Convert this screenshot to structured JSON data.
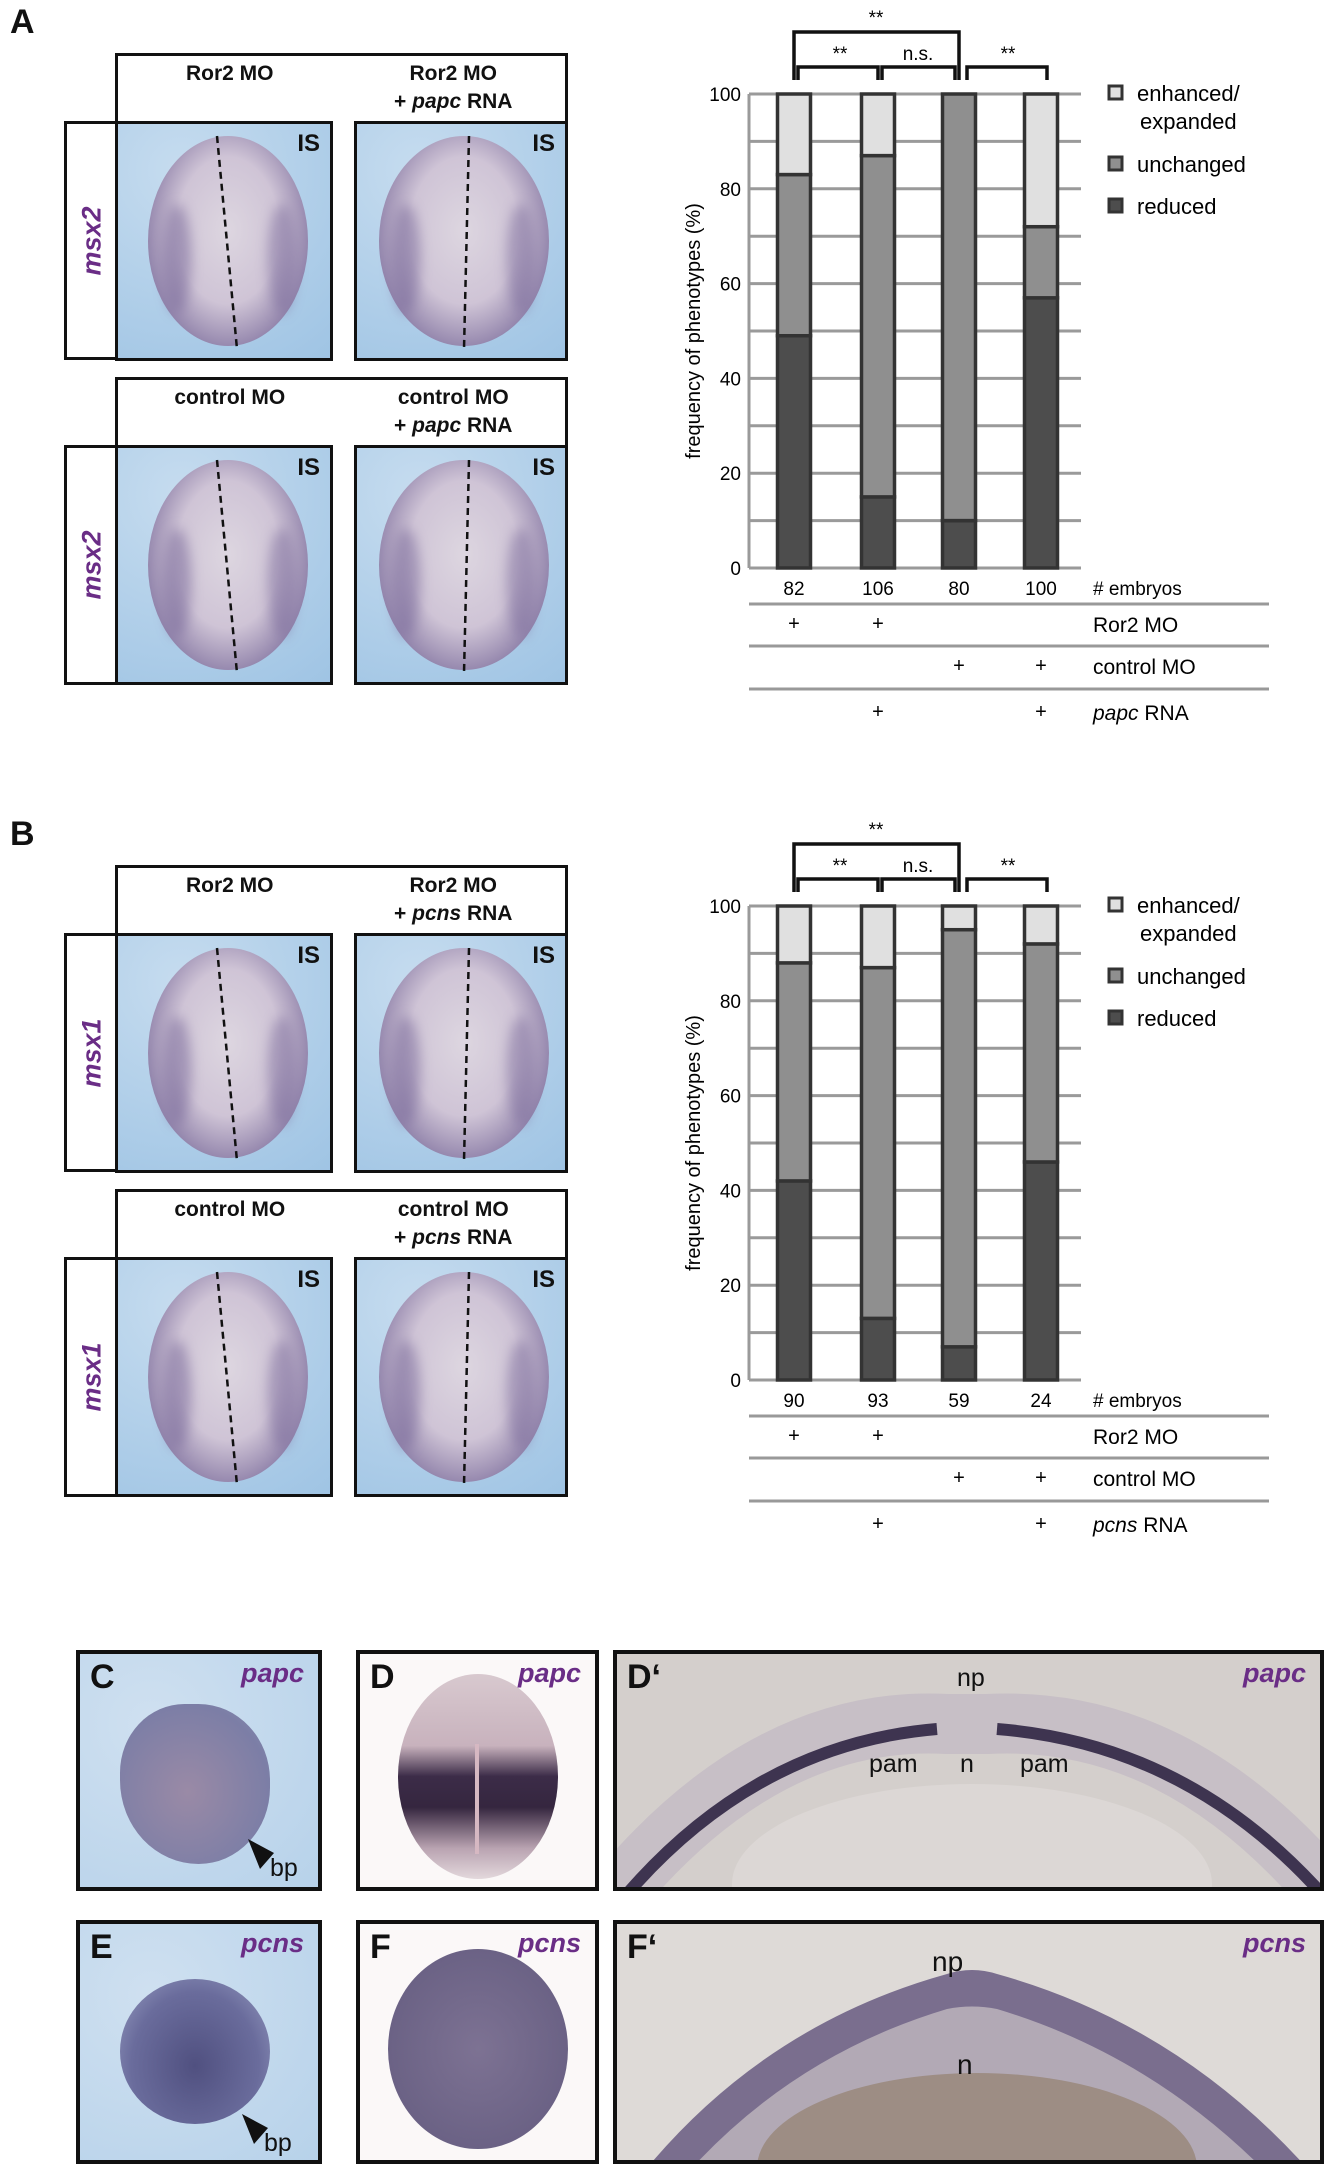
{
  "panels": [
    {
      "label": "A",
      "gene": "msx2",
      "is_label": "IS",
      "row1": {
        "left": "Ror2 MO",
        "right_line1": "Ror2 MO",
        "right_prefix": "+ ",
        "right_gene": "papc",
        "right_suffix": " RNA"
      },
      "row2": {
        "left": "control MO",
        "right_line1": "control MO",
        "right_prefix": "+ ",
        "right_gene": "papc",
        "right_suffix": " RNA"
      }
    },
    {
      "label": "B",
      "gene": "msx1",
      "is_label": "IS",
      "row1": {
        "left": "Ror2 MO",
        "right_line1": "Ror2 MO",
        "right_prefix": "+ ",
        "right_gene": "pcns",
        "right_suffix": " RNA"
      },
      "row2": {
        "left": "control MO",
        "right_line1": "control MO",
        "right_prefix": "+ ",
        "right_gene": "pcns",
        "right_suffix": " RNA"
      }
    }
  ],
  "chart_data": [
    {
      "type": "bar",
      "stacked": true,
      "panel": "A",
      "ylabel": "frequency of phenotypes (%)",
      "ylim": [
        0,
        100
      ],
      "yticks": [
        "0",
        "20",
        "40",
        "60",
        "80",
        "100"
      ],
      "grid": true,
      "categories": [
        "82",
        "106",
        "80",
        "100"
      ],
      "count_label": "# embryos",
      "series": [
        {
          "name": "reduced",
          "color": "#4d4d4d",
          "values": [
            49,
            15,
            10,
            57
          ]
        },
        {
          "name": "unchanged",
          "color": "#8f8f8f",
          "values": [
            34,
            72,
            90,
            15
          ]
        },
        {
          "name": "enhanced/ expanded",
          "color": "#e0e0e0",
          "values": [
            17,
            13,
            0,
            28
          ]
        }
      ],
      "legend": {
        "placement": "right",
        "items": [
          [
            "enhanced/",
            "expanded"
          ],
          [
            "unchanged"
          ],
          [
            "reduced"
          ]
        ]
      },
      "significance": {
        "top": "**",
        "pair12": "**",
        "pair23": "n.s.",
        "pair34": "**"
      },
      "conditions": [
        {
          "label": "Ror2 MO",
          "gene": "",
          "marks": [
            "+",
            "+",
            "",
            ""
          ]
        },
        {
          "label": "control MO",
          "gene": "",
          "marks": [
            "",
            "",
            "+",
            "+"
          ]
        },
        {
          "label": " RNA",
          "gene": "papc",
          "marks": [
            "",
            "+",
            "",
            "+"
          ]
        }
      ]
    },
    {
      "type": "bar",
      "stacked": true,
      "panel": "B",
      "ylabel": "frequency of phenotypes (%)",
      "ylim": [
        0,
        100
      ],
      "yticks": [
        "0",
        "20",
        "40",
        "60",
        "80",
        "100"
      ],
      "grid": true,
      "categories": [
        "90",
        "93",
        "59",
        "24"
      ],
      "count_label": "# embryos",
      "series": [
        {
          "name": "reduced",
          "color": "#4d4d4d",
          "values": [
            42,
            13,
            7,
            46
          ]
        },
        {
          "name": "unchanged",
          "color": "#8f8f8f",
          "values": [
            46,
            74,
            88,
            46
          ]
        },
        {
          "name": "enhanced/ expanded",
          "color": "#e0e0e0",
          "values": [
            12,
            13,
            5,
            8
          ]
        }
      ],
      "legend": {
        "placement": "right",
        "items": [
          [
            "enhanced/",
            "expanded"
          ],
          [
            "unchanged"
          ],
          [
            "reduced"
          ]
        ]
      },
      "significance": {
        "top": "**",
        "pair12": "**",
        "pair23": "n.s.",
        "pair34": "**"
      },
      "conditions": [
        {
          "label": "Ror2 MO",
          "gene": "",
          "marks": [
            "+",
            "+",
            "",
            ""
          ]
        },
        {
          "label": "control MO",
          "gene": "",
          "marks": [
            "",
            "",
            "+",
            "+"
          ]
        },
        {
          "label": " RNA",
          "gene": "pcns",
          "marks": [
            "",
            "+",
            "",
            "+"
          ]
        }
      ]
    }
  ],
  "bottom": {
    "C": {
      "label": "C",
      "gene": "papc",
      "ann": "bp"
    },
    "D": {
      "label": "D",
      "gene": "papc"
    },
    "Dp": {
      "label": "D‘",
      "gene": "papc",
      "np": "np",
      "pam_left": "pam",
      "n": "n",
      "pam_right": "pam"
    },
    "E": {
      "label": "E",
      "gene": "pcns",
      "ann": "bp"
    },
    "F": {
      "label": "F",
      "gene": "pcns"
    },
    "Fp": {
      "label": "F‘",
      "gene": "pcns",
      "np": "np",
      "n": "n"
    }
  }
}
